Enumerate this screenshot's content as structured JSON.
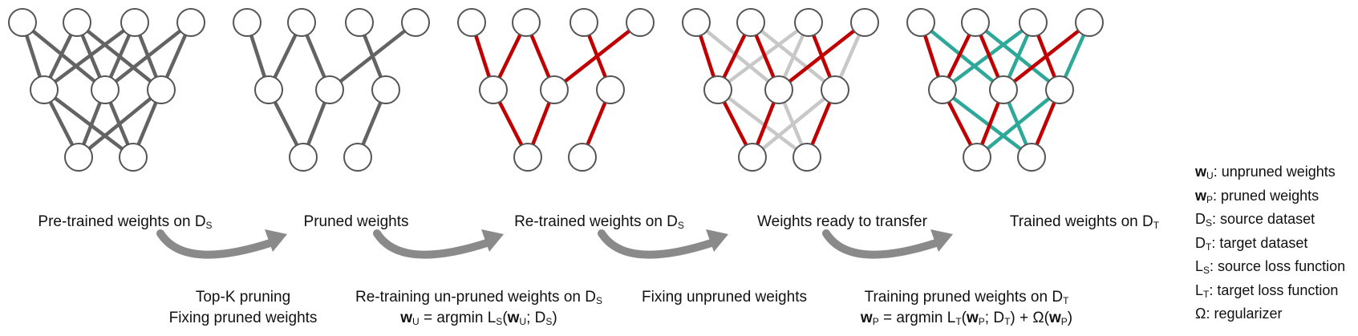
{
  "colors": {
    "gray": "#636363",
    "red": "#c00000",
    "light_gray": "#c8c8c8",
    "teal": "#2ea898",
    "node_fill": "#ffffff",
    "node_stroke": "#555555",
    "arrow": "#8a8a8a"
  },
  "stages": [
    {
      "id": "pretrained",
      "label": "Pre-trained weights on ",
      "label_sym": "D",
      "label_sub": "S",
      "connections": [
        [
          0,
          0,
          0,
          "gray"
        ],
        [
          0,
          0,
          1,
          "gray"
        ],
        [
          0,
          1,
          0,
          "gray"
        ],
        [
          0,
          1,
          1,
          "gray"
        ],
        [
          0,
          1,
          2,
          "gray"
        ],
        [
          0,
          2,
          0,
          "gray"
        ],
        [
          0,
          2,
          1,
          "gray"
        ],
        [
          0,
          2,
          2,
          "gray"
        ],
        [
          0,
          3,
          1,
          "gray"
        ],
        [
          0,
          3,
          2,
          "gray"
        ],
        [
          1,
          0,
          0,
          "gray"
        ],
        [
          1,
          0,
          1,
          "gray"
        ],
        [
          1,
          1,
          0,
          "gray"
        ],
        [
          1,
          1,
          1,
          "gray"
        ],
        [
          1,
          2,
          0,
          "gray"
        ],
        [
          1,
          2,
          1,
          "gray"
        ]
      ]
    },
    {
      "id": "pruned",
      "label": "Pruned weights",
      "connections": [
        [
          0,
          0,
          0,
          "gray"
        ],
        [
          0,
          1,
          0,
          "gray"
        ],
        [
          0,
          1,
          1,
          "gray"
        ],
        [
          0,
          2,
          2,
          "gray"
        ],
        [
          0,
          3,
          1,
          "gray"
        ],
        [
          1,
          0,
          0,
          "gray"
        ],
        [
          1,
          1,
          0,
          "gray"
        ],
        [
          1,
          2,
          1,
          "gray"
        ]
      ]
    },
    {
      "id": "retrained",
      "label": "Re-trained weights on ",
      "label_sym": "D",
      "label_sub": "S",
      "connections": [
        [
          0,
          0,
          0,
          "red"
        ],
        [
          0,
          1,
          0,
          "red"
        ],
        [
          0,
          1,
          1,
          "red"
        ],
        [
          0,
          2,
          2,
          "red"
        ],
        [
          0,
          3,
          1,
          "red"
        ],
        [
          1,
          0,
          0,
          "red"
        ],
        [
          1,
          1,
          0,
          "red"
        ],
        [
          1,
          2,
          1,
          "red"
        ]
      ]
    },
    {
      "id": "ready",
      "label": "Weights ready to transfer",
      "connections": [
        [
          0,
          0,
          1,
          "light_gray"
        ],
        [
          0,
          1,
          2,
          "light_gray"
        ],
        [
          0,
          2,
          0,
          "light_gray"
        ],
        [
          0,
          2,
          1,
          "light_gray"
        ],
        [
          0,
          3,
          2,
          "light_gray"
        ],
        [
          1,
          0,
          1,
          "light_gray"
        ],
        [
          1,
          1,
          1,
          "light_gray"
        ],
        [
          1,
          2,
          0,
          "light_gray"
        ],
        [
          0,
          0,
          0,
          "red"
        ],
        [
          0,
          1,
          0,
          "red"
        ],
        [
          0,
          1,
          1,
          "red"
        ],
        [
          0,
          2,
          2,
          "red"
        ],
        [
          0,
          3,
          1,
          "red"
        ],
        [
          1,
          0,
          0,
          "red"
        ],
        [
          1,
          1,
          0,
          "red"
        ],
        [
          1,
          2,
          1,
          "red"
        ]
      ]
    },
    {
      "id": "trained",
      "label": "Trained weights on ",
      "label_sym": "D",
      "label_sub": "T",
      "connections": [
        [
          0,
          0,
          1,
          "teal"
        ],
        [
          0,
          1,
          2,
          "teal"
        ],
        [
          0,
          2,
          0,
          "teal"
        ],
        [
          0,
          2,
          1,
          "teal"
        ],
        [
          0,
          3,
          2,
          "teal"
        ],
        [
          1,
          0,
          1,
          "teal"
        ],
        [
          1,
          1,
          1,
          "teal"
        ],
        [
          1,
          2,
          0,
          "teal"
        ],
        [
          0,
          0,
          0,
          "red"
        ],
        [
          0,
          1,
          0,
          "red"
        ],
        [
          0,
          1,
          1,
          "red"
        ],
        [
          0,
          2,
          2,
          "red"
        ],
        [
          0,
          3,
          1,
          "red"
        ],
        [
          1,
          0,
          0,
          "red"
        ],
        [
          1,
          1,
          0,
          "red"
        ],
        [
          1,
          2,
          1,
          "red"
        ]
      ]
    }
  ],
  "steps": {
    "s1": {
      "line1": "Top-K pruning",
      "line2": "Fixing pruned weights"
    },
    "s2": {
      "line1_pre": "Re-training un-pruned weights on ",
      "line1_sym": "D",
      "line1_sub": "S",
      "eq_w": "w",
      "eq_w_sub": "U",
      "eq_mid": " = argmin ",
      "eq_L": "L",
      "eq_L_sub": "S",
      "eq_open": "(",
      "eq_w2": "w",
      "eq_w2_sub": "U",
      "eq_sep": "; ",
      "eq_D": "D",
      "eq_D_sub": "S",
      "eq_close": ")"
    },
    "s3": {
      "line1": "Fixing unpruned weights"
    },
    "s4": {
      "line1_pre": "Training pruned weights on ",
      "line1_sym": "D",
      "line1_sub": "T",
      "eq_w": "w",
      "eq_w_sub": "P",
      "eq_mid": " = argmin ",
      "eq_L": "L",
      "eq_L_sub": "T",
      "eq_open": "(",
      "eq_w2": "w",
      "eq_w2_sub": "P",
      "eq_sep": "; ",
      "eq_D": "D",
      "eq_D_sub": "T",
      "eq_close": ") + Ω(",
      "eq_w3": "w",
      "eq_w3_sub": "P",
      "eq_end": ")"
    }
  },
  "legend": [
    {
      "sym": "w",
      "sub": "U",
      "bold": true,
      "text": ": unpruned weights"
    },
    {
      "sym": "w",
      "sub": "P",
      "bold": true,
      "text": ": pruned weights"
    },
    {
      "sym": "D",
      "sub": "S",
      "bold": false,
      "text": ": source dataset"
    },
    {
      "sym": "D",
      "sub": "T",
      "bold": false,
      "text": ": target dataset"
    },
    {
      "sym": "L",
      "sub": "S",
      "bold": false,
      "text": ": source loss function"
    },
    {
      "sym": "L",
      "sub": "T",
      "bold": false,
      "text": ": target loss function"
    },
    {
      "sym": "Ω",
      "sub": "",
      "bold": false,
      "text": ": regularizer"
    }
  ]
}
